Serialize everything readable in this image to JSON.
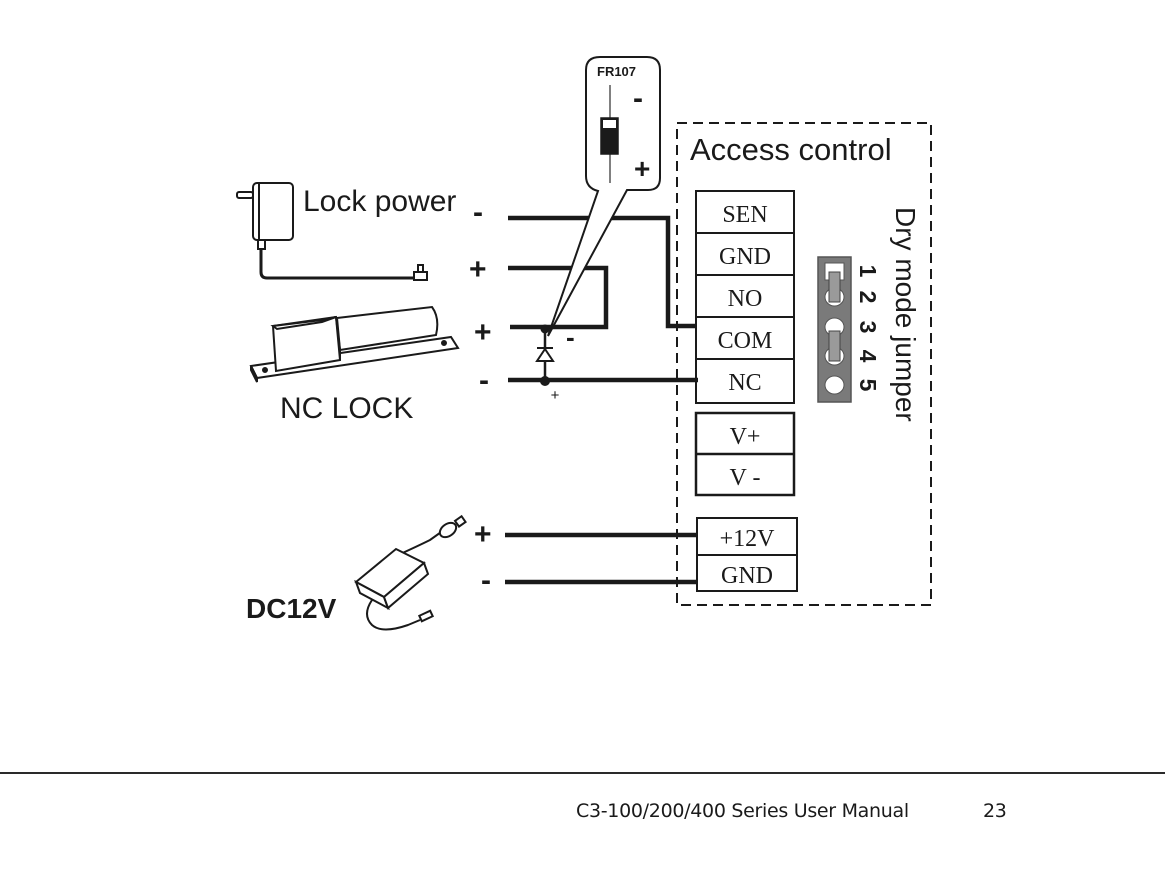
{
  "diagram": {
    "title": "Access control",
    "lock_power_label": "Lock power",
    "nc_lock_label": "NC LOCK",
    "dc12v_label": "DC12V",
    "diode": {
      "label": "FR107",
      "minus_sign": "-",
      "plus_sign": "+"
    },
    "polarity": {
      "lock_power_minus": "-",
      "lock_power_plus": "+",
      "lock_plus": "+",
      "lock_minus": "-",
      "diode_minus": "-",
      "diode_plus": "+",
      "dc_plus": "+",
      "dc_minus": "-"
    },
    "terminals_main": [
      "SEN",
      "GND",
      "NO",
      "COM",
      "NC"
    ],
    "terminals_v": [
      "V+",
      "V -"
    ],
    "terminals_power": [
      "+12V",
      "GND"
    ],
    "jumper": {
      "label": "Dry mode jumper",
      "pins": [
        "1",
        "2",
        "3",
        "4",
        "5"
      ],
      "bridged": [
        "1-2",
        "3-4"
      ]
    },
    "colors": {
      "line": "#1a1a1a",
      "jumper_body": "#7a7a7a",
      "jumper_cap": "#9a9a9a"
    }
  },
  "footer": {
    "manual_title": "C3-100/200/400 Series User Manual",
    "page_number": "23"
  }
}
